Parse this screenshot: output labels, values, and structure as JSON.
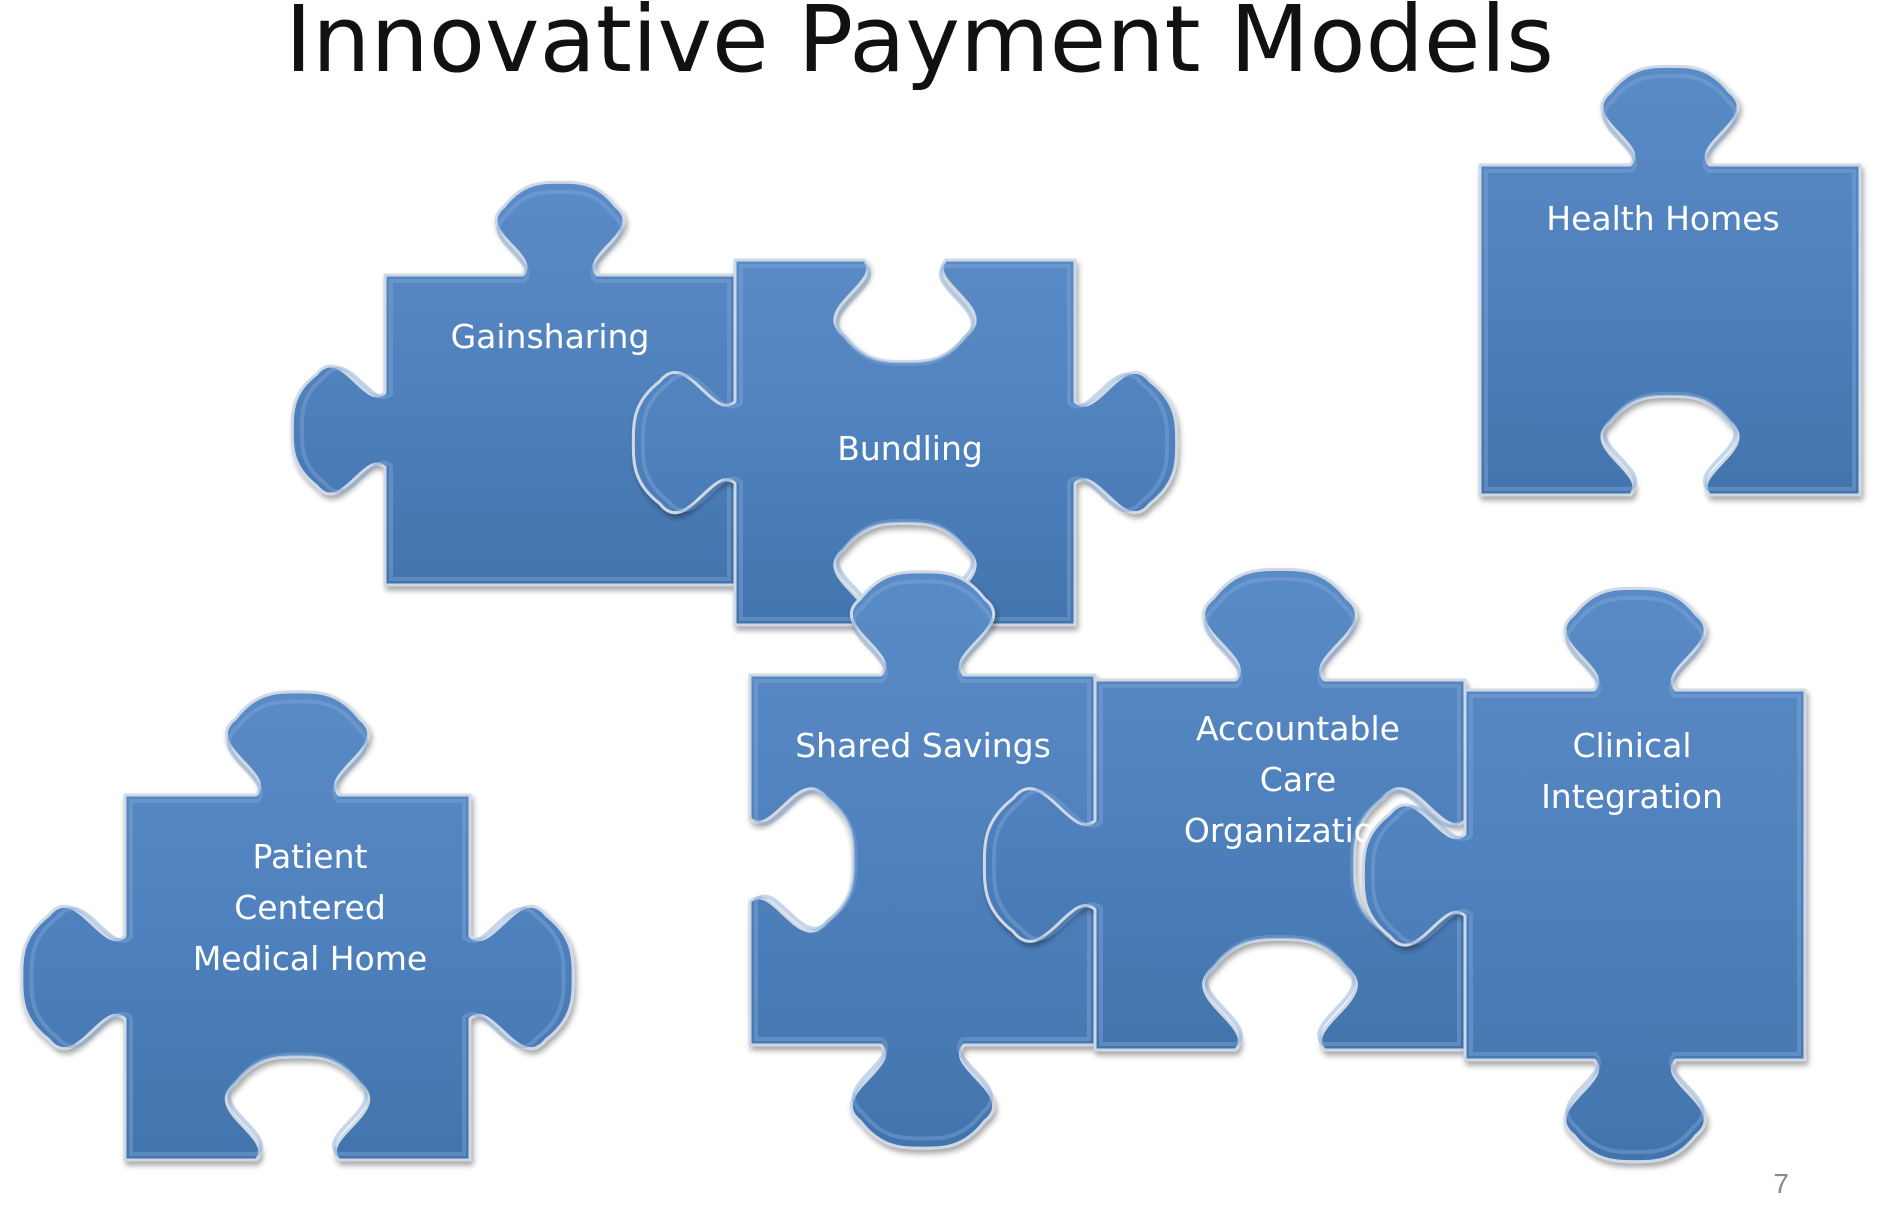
{
  "slide": {
    "title": "Innovative Payment Models",
    "page_number": "7"
  },
  "colors": {
    "piece_fill": "#4f81bd",
    "piece_highlight": "#7fa6d8",
    "piece_shadow": "#2f5587",
    "edge": "#cfd9e6",
    "label": "#ffffff",
    "title": "#111111"
  },
  "pieces": [
    {
      "id": "gainsharing",
      "lines": [
        "Gainsharing"
      ]
    },
    {
      "id": "bundling",
      "lines": [
        "Bundling"
      ]
    },
    {
      "id": "health-homes",
      "lines": [
        "Health Homes"
      ]
    },
    {
      "id": "patient-centered-medical-home",
      "lines": [
        "Patient",
        "Centered",
        "Medical Home"
      ]
    },
    {
      "id": "shared-savings",
      "lines": [
        "Shared Savings"
      ]
    },
    {
      "id": "accountable-care-organizations",
      "lines": [
        "Accountable",
        "Care",
        "Organizations"
      ]
    },
    {
      "id": "clinical-integration",
      "lines": [
        "Clinical",
        "Integration"
      ]
    }
  ]
}
